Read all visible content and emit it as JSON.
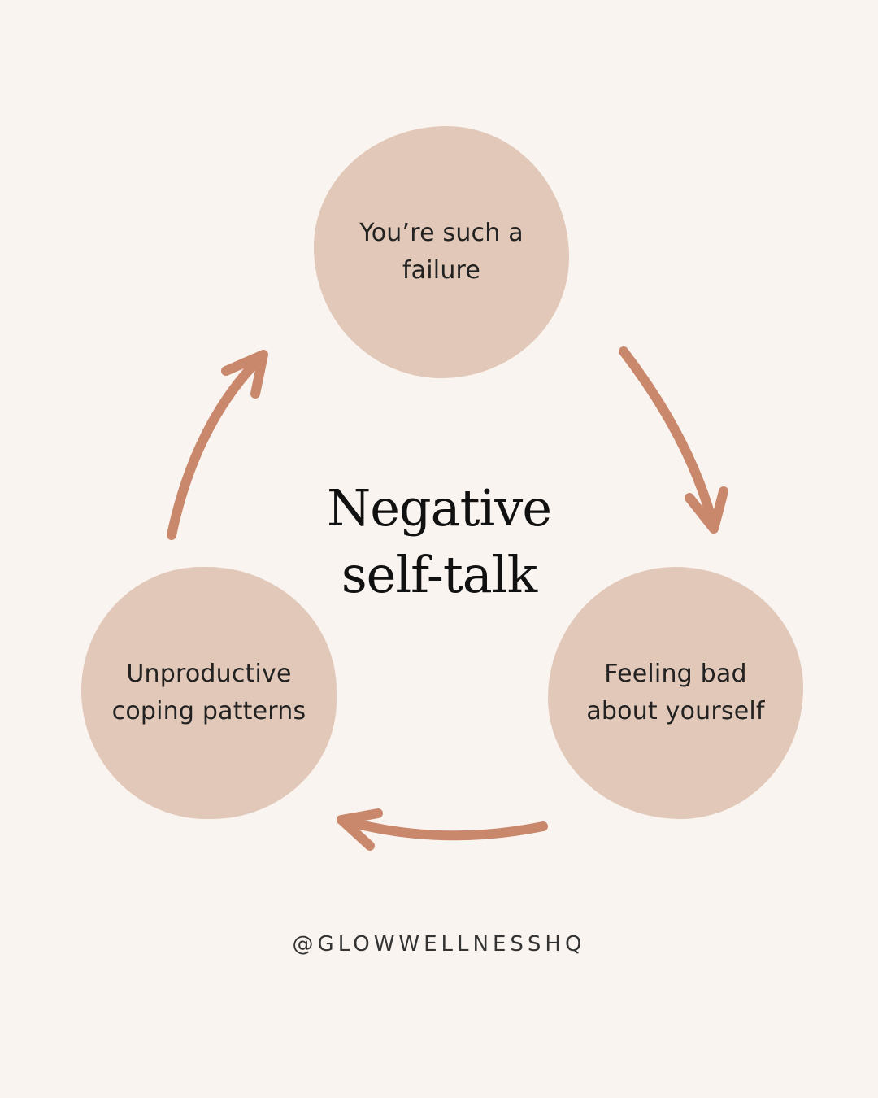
{
  "diagram": {
    "title": "Negative\nself-talk",
    "nodes": [
      {
        "id": "top",
        "text": "You’re such a\nfailure"
      },
      {
        "id": "right",
        "text": "Feeling bad\nabout yourself"
      },
      {
        "id": "left",
        "text": "Unproductive\ncoping patterns"
      }
    ],
    "edges": [
      {
        "from": "top",
        "to": "right"
      },
      {
        "from": "right",
        "to": "left"
      },
      {
        "from": "left",
        "to": "top"
      }
    ]
  },
  "footer": {
    "handle": "@GLOWWELLNESSHQ"
  },
  "colors": {
    "background": "#faf4f0",
    "node_fill": "#e2c8b8",
    "arrow": "#c9876c",
    "text": "#222222"
  }
}
